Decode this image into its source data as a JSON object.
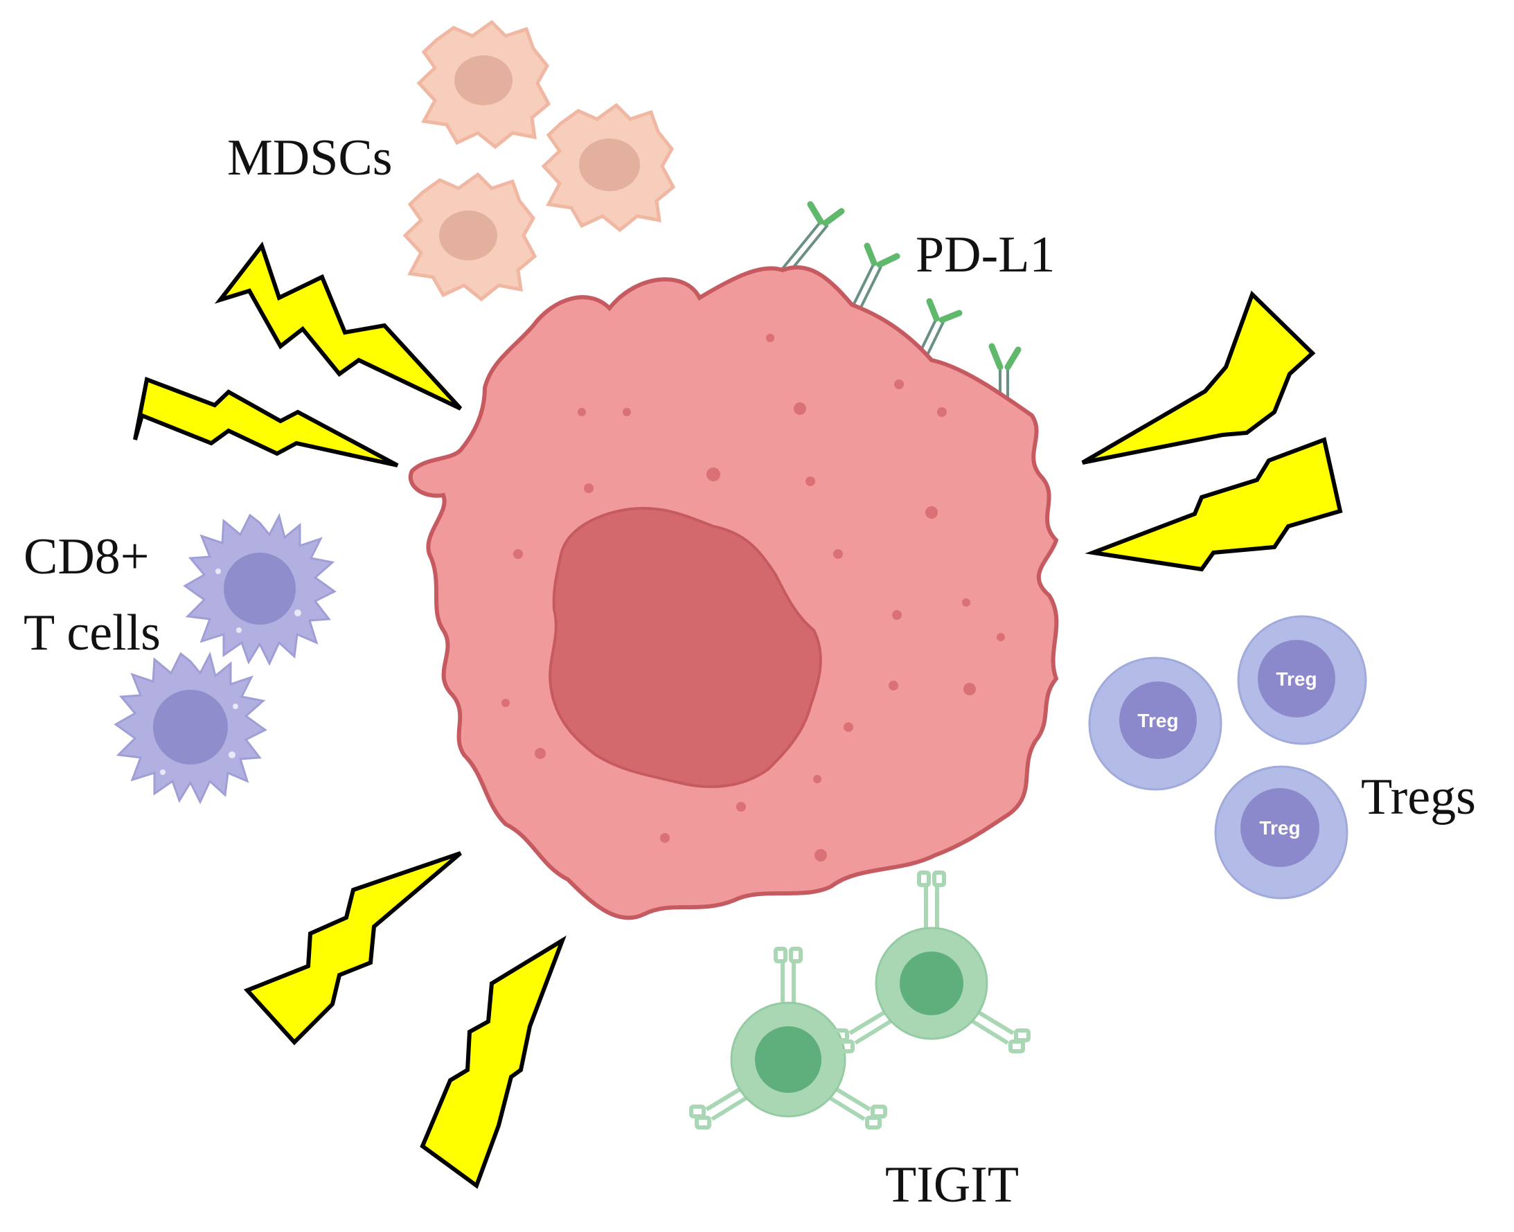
{
  "labels": {
    "mdscs": "MDSCs",
    "pdl1": "PD-L1",
    "cd8_line1": "CD8+",
    "cd8_line2": "T cells",
    "tregs": "Tregs",
    "tigit": "TIGIT",
    "treg_cell": "Treg"
  },
  "colors": {
    "tumor_fill": "#f09a9c",
    "tumor_stroke": "#c65a61",
    "nucleus_fill": "#d4696d",
    "mdsc_fill": "#f7cdbb",
    "mdsc_nucleus": "#e2b09c",
    "cd8_fill": "#b1b0e1",
    "cd8_nucleus": "#8f8dcc",
    "treg_outer": "#b3bce6",
    "treg_inner": "#8b89cc",
    "tigit_outer": "#a9d7b4",
    "tigit_inner": "#5faf7c",
    "pdl1_tip": "#5fb86b",
    "bolt_fill": "#ffff00",
    "bolt_stroke": "#000000"
  },
  "icons": [
    "lightning-bolt-icon",
    "antibody-receptor-icon"
  ]
}
